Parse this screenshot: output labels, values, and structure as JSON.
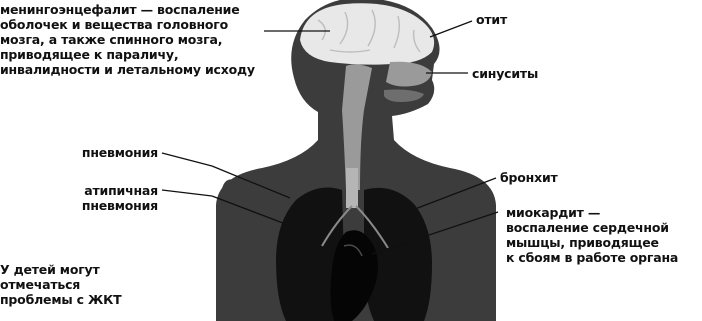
{
  "labels": {
    "meningo": {
      "lines": [
        "менингоэнцефалит — воспаление",
        "оболочек и вещества головного",
        "мозга, а также спинного мозга,",
        "приводящее к параличу,",
        "инвалидности и летальному исходу"
      ]
    },
    "otit": {
      "text": "отит"
    },
    "sinusity": {
      "text": "синуситы"
    },
    "pnevmoniya": {
      "text": "пневмония"
    },
    "atipichnaya": {
      "lines": [
        "атипичная",
        "пневмония"
      ]
    },
    "bronhit": {
      "text": "бронхит"
    },
    "miokardit": {
      "lines": [
        "миокардит —",
        "воспаление сердечной",
        "мышцы, приводящее",
        "к сбоям в работе органа"
      ]
    },
    "children": {
      "lines": [
        "У детей могут",
        "отмечаться",
        "проблемы с ЖКТ"
      ]
    }
  },
  "colors": {
    "body": "#3c3c3c",
    "brain": "#e8e8e8",
    "airway": "#9a9a9a",
    "lungs": "#111111",
    "heart": "#050505",
    "leader": "#111111"
  }
}
